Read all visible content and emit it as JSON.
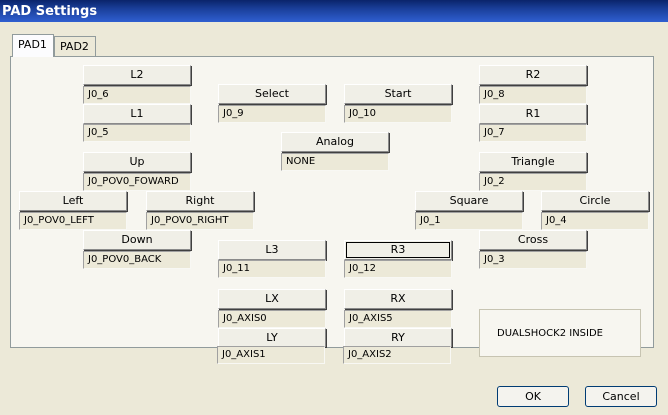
{
  "window": {
    "title": "PAD Settings"
  },
  "tabs": [
    {
      "label": "PAD1"
    },
    {
      "label": "PAD2"
    }
  ],
  "controls": {
    "l2": {
      "label": "L2",
      "value": "J0_6"
    },
    "l1": {
      "label": "L1",
      "value": "J0_5"
    },
    "select": {
      "label": "Select",
      "value": "J0_9"
    },
    "start": {
      "label": "Start",
      "value": "J0_10"
    },
    "r2": {
      "label": "R2",
      "value": "J0_8"
    },
    "r1": {
      "label": "R1",
      "value": "J0_7"
    },
    "analog": {
      "label": "Analog",
      "value": "NONE"
    },
    "up": {
      "label": "Up",
      "value": "J0_POV0_FOWARD"
    },
    "triangle": {
      "label": "Triangle",
      "value": "J0_2"
    },
    "left": {
      "label": "Left",
      "value": "J0_POV0_LEFT"
    },
    "right": {
      "label": "Right",
      "value": "J0_POV0_RIGHT"
    },
    "square": {
      "label": "Square",
      "value": "J0_1"
    },
    "circle": {
      "label": "Circle",
      "value": "J0_4"
    },
    "down": {
      "label": "Down",
      "value": "J0_POV0_BACK"
    },
    "l3": {
      "label": "L3",
      "value": "J0_11"
    },
    "r3": {
      "label": "R3",
      "value": "J0_12"
    },
    "cross": {
      "label": "Cross",
      "value": "J0_3"
    },
    "lx": {
      "label": "LX",
      "value": "J0_AXIS0"
    },
    "rx": {
      "label": "RX",
      "value": "J0_AXIS5"
    },
    "ly": {
      "label": "LY",
      "value": "J0_AXIS1"
    },
    "ry": {
      "label": "RY",
      "value": "J0_AXIS2"
    }
  },
  "info_box": {
    "text": "DUALSHOCK2 INSIDE"
  },
  "dialog_buttons": {
    "ok": "OK",
    "cancel": "Cancel"
  }
}
